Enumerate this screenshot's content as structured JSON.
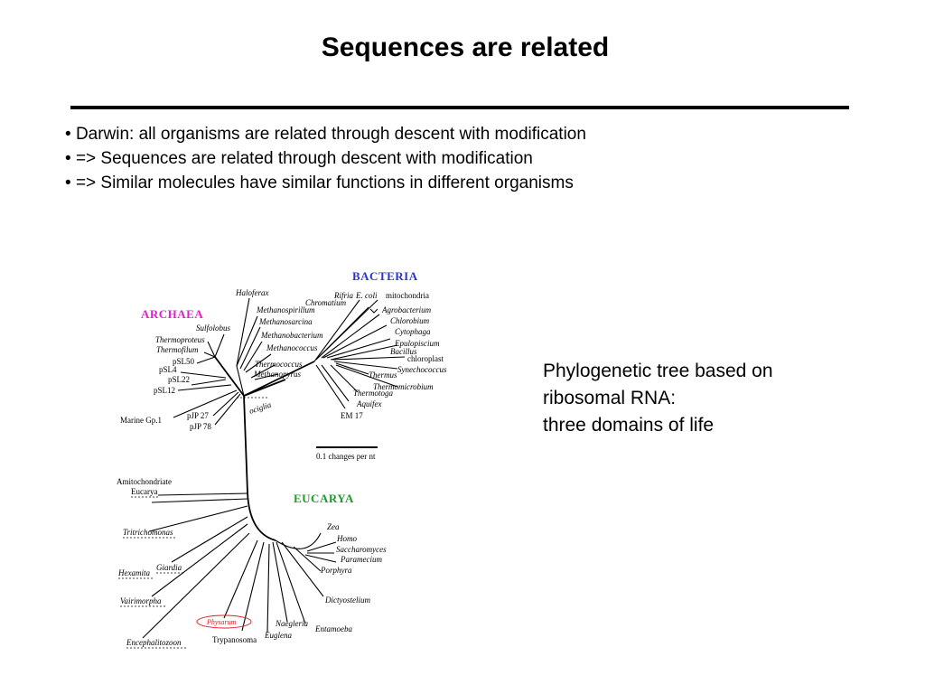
{
  "slide": {
    "title": "Sequences are related",
    "bullets": [
      "Darwin: all organisms are related through descent with modification",
      "=> Sequences are related through descent with modification",
      "=> Similar molecules have similar functions in different organisms"
    ],
    "caption_lines": [
      "Phylogenetic tree based on",
      "ribosomal RNA:",
      "three domains of life"
    ]
  },
  "tree": {
    "domains": {
      "bacteria": {
        "label": "BACTERIA",
        "color": "#2b35c8"
      },
      "archaea": {
        "label": "ARCHAEA",
        "color": "#e020c8"
      },
      "eucarya": {
        "label": "EUCARYA",
        "color": "#1f9a2e"
      }
    },
    "archaea_taxa": [
      "Haloferax",
      "Methanospirillum",
      "Methanosarcina",
      "Methanobacterium",
      "Methanococcus",
      "Thermococcus",
      "Methanopyrus",
      "Sulfolobus",
      "Thermoproteus",
      "Thermofilum",
      "pSL50",
      "pSL4",
      "pSL22",
      "pSL12",
      "Marine Gp.1",
      "pJP 27",
      "pJP 78"
    ],
    "bacteria_taxa": [
      "Rifria",
      "E. coli",
      "Chromatium",
      "mitochondria",
      "Agrobacterium",
      "Chlorobium",
      "Cytophaga",
      "Epulopiscium",
      "Bacillus",
      "chloroplast",
      "Synechococcus",
      "Thermus",
      "Thermomicrobium",
      "Thermotoga",
      "Aquifex",
      "EM 17"
    ],
    "eucarya_taxa": [
      "Zea",
      "Homo",
      "Saccharomyces",
      "Paramecium",
      "Porphyra",
      "Dictyostelium",
      "Entamoeba",
      "Naegleria",
      "Euglena",
      "Trypanosoma",
      "Physarum",
      "Encephalitozoon",
      "Vairimorpha",
      "Hexamita",
      "Giardia",
      "Tritrichomonas"
    ],
    "root_label": "ociglia",
    "amito_label": [
      "Amitochondriate",
      "Eucarya"
    ],
    "scale_label": "0.1 changes per nt",
    "physarum_highlight_color": "#e0202a"
  }
}
